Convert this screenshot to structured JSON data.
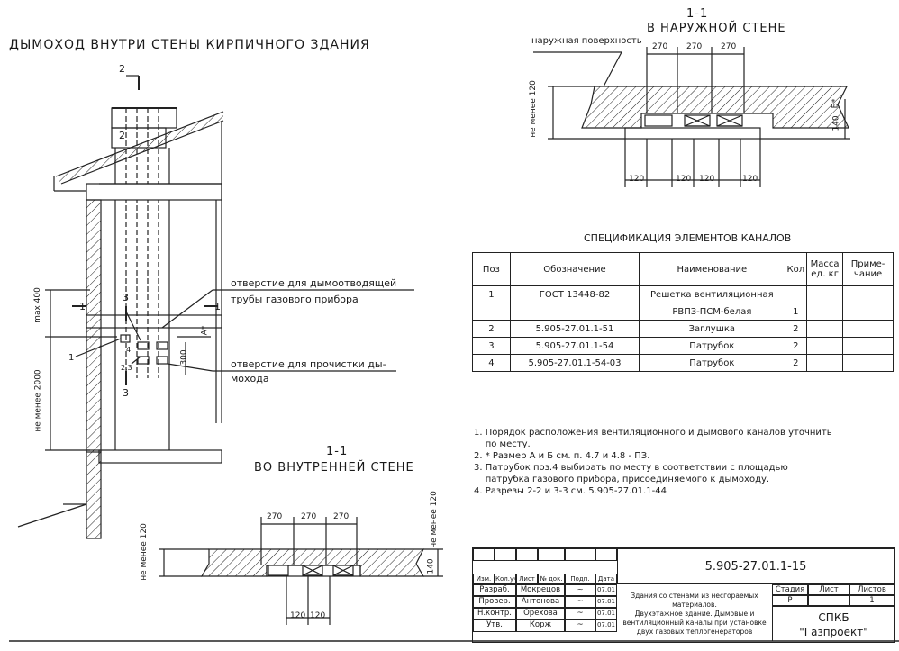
{
  "main_title": "ДЫМОХОД ВНУТРИ СТЕНЫ КИРПИЧНОГО ЗДАНИЯ",
  "outer": {
    "section": "1-1",
    "title": "В НАРУЖНОЙ СТЕНЕ",
    "surface_label": "наружная поверхность",
    "dims_top": [
      "270",
      "270",
      "270"
    ],
    "dims_bottom": [
      "120",
      "120",
      "120",
      "120"
    ],
    "dim_left": "не менее 120",
    "dim_b": "Б*",
    "dim_140": "140"
  },
  "inner": {
    "section": "1-1",
    "title": "ВО ВНУТРЕННЕЙ СТЕНЕ",
    "dims_top": [
      "270",
      "270",
      "270"
    ],
    "dims_bottom": [
      "120",
      "120"
    ],
    "dim_left": "не менее 120",
    "dim_right": "не менее 120",
    "dim_140": "140"
  },
  "section_drawing": {
    "marks": [
      "2",
      "2",
      "1",
      "1",
      "3",
      "3",
      "1",
      "4",
      "2,3",
      "3"
    ],
    "dim_max400": "max 400",
    "dim_2000": "не менее 2000",
    "dim_a": "А*",
    "dim_300": "300",
    "callout1_line1": "отверстие для дымоотводящей",
    "callout1_line2": "трубы газового прибора",
    "callout2_line1": "отверстие для прочистки ды-",
    "callout2_line2": "мохода"
  },
  "spec": {
    "title": "СПЕЦИФИКАЦИЯ ЭЛЕМЕНТОВ КАНАЛОВ",
    "headers": [
      "Поз",
      "Обозначение",
      "Наименование",
      "Кол",
      "Масса ед. кг",
      "Приме- чание"
    ],
    "rows": [
      [
        "1",
        "ГОСТ 13448-82",
        "Решетка вентиляционная",
        "",
        "",
        ""
      ],
      [
        "",
        "",
        "РВПЗ-ПСМ-белая",
        "1",
        "",
        ""
      ],
      [
        "2",
        "5.905-27.01.1-51",
        "Заглушка",
        "2",
        "",
        ""
      ],
      [
        "3",
        "5.905-27.01.1-54",
        "Патрубок",
        "2",
        "",
        ""
      ],
      [
        "4",
        "5.905-27.01.1-54-03",
        "Патрубок",
        "2",
        "",
        ""
      ]
    ]
  },
  "notes": [
    "1. Порядок расположения вентиляционного и дымового каналов уточнить",
    "    по месту.",
    "2. * Размер А и Б см. п. 4.7 и 4.8 - ПЗ.",
    "3. Патрубок поз.4 выбирать по месту в соответствии с площадью",
    "    патрубка газового прибора, присоединяемого к дымоходу.",
    "4. Разрезы 2-2 и 3-3 см. 5.905-27.01.1-44"
  ],
  "stamp": {
    "code": "5.905-27.01.1-15",
    "header": [
      "Изм.",
      "Кол.уч",
      "Лист",
      "№ док.",
      "Подп.",
      "Дата"
    ],
    "people": [
      {
        "role": "Разраб.",
        "name": "Мокрецов",
        "date": "07.01"
      },
      {
        "role": "Провер.",
        "name": "Антонова",
        "date": "07.01"
      },
      {
        "role": "Н.контр.",
        "name": "Орехова",
        "date": "07.01"
      },
      {
        "role": "Утв.",
        "name": "Корж",
        "date": "07.01"
      }
    ],
    "description": [
      "Здания со стенами из несгораемых",
      "материалов.",
      "Двухэтажное здание. Дымовые и",
      "вентиляционный каналы при установке",
      "двух газовых теплогенераторов"
    ],
    "stage_label": "Стадия",
    "sheet_label": "Лист",
    "sheets_label": "Листов",
    "stage": "Р",
    "sheets": "1",
    "org1": "СПКБ",
    "org2": "\"Газпроект\""
  }
}
